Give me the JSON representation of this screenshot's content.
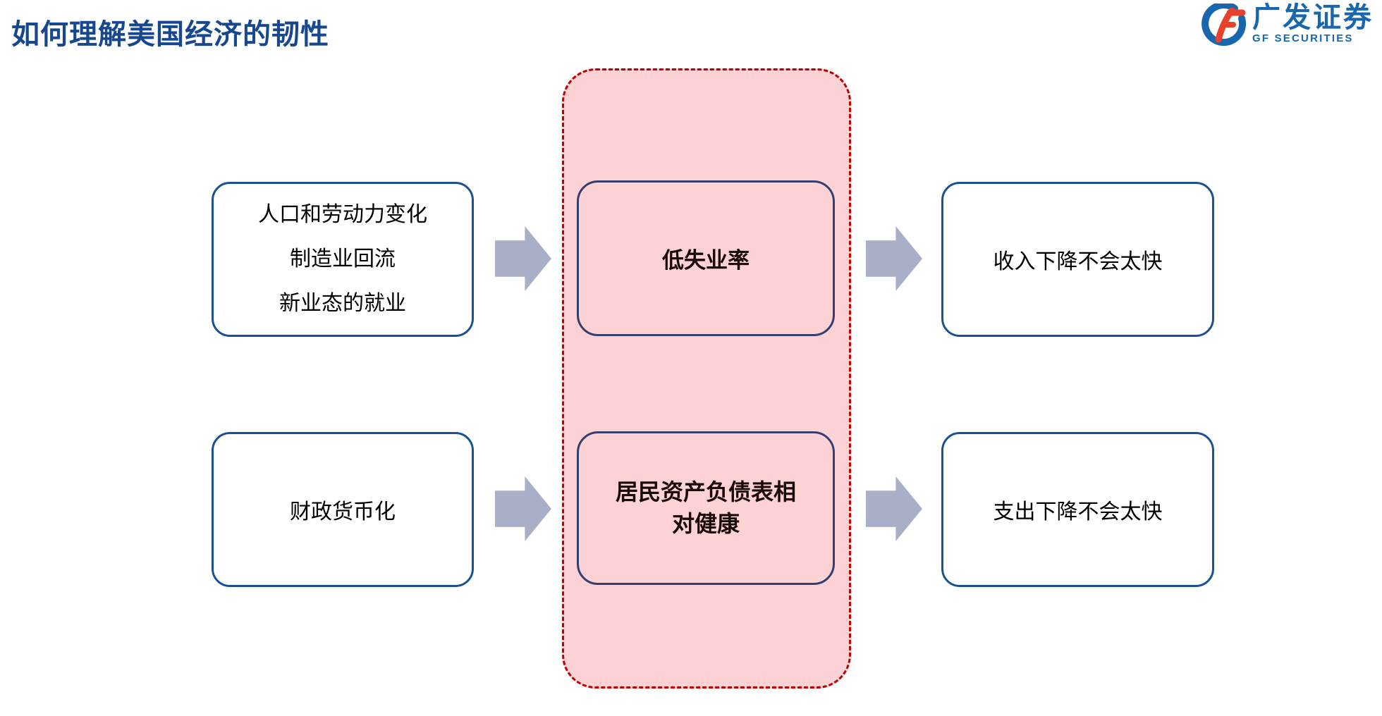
{
  "title": "如何理解美国经济的韧性",
  "logo": {
    "name_cn": "广发证券",
    "name_en": "GF SECURITIES"
  },
  "colors": {
    "title_blue": "#17478F",
    "logo_blue": "#1766AE",
    "logo_red": "#E8402A",
    "white_box_border_blue": "#1B5191",
    "center_box_border_navy": "#343F6F",
    "pink_fill": "#FCD2D5",
    "dashed_border_red": "#C00000",
    "arrow_gray_blue": "#A9AFC6",
    "text_black": "#000000"
  },
  "diagram": {
    "left_top": {
      "lines": [
        "人口和劳动力变化",
        "制造业回流",
        "新业态的就业"
      ]
    },
    "left_bottom": {
      "label": "财政货币化"
    },
    "center_top": {
      "label": "低失业率"
    },
    "center_bottom": {
      "lines": [
        "居民资产负债表相",
        "对健康"
      ]
    },
    "right_top": {
      "label": "收入下降不会太快"
    },
    "right_bottom": {
      "label": "支出下降不会太快"
    }
  }
}
